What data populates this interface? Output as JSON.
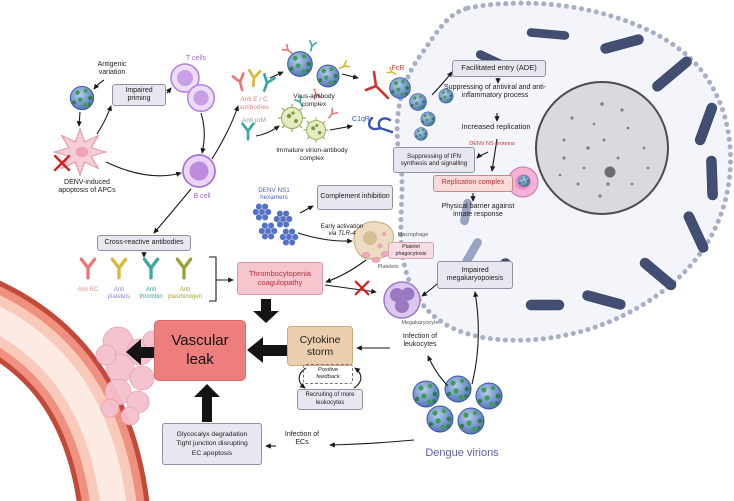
{
  "colors": {
    "vascular_leak_bg": "#ee7e7e",
    "cytokine_storm_bg": "#eccfae",
    "thrombocytopenia_bg": "#f5c6cd",
    "replication_complex_text": "#c03030",
    "dengue_virions_text": "#5b5ea6",
    "fcr_text": "#cf3333",
    "c1qr_text": "#3353b5",
    "cell_label_text": "#a565c8"
  },
  "labels": {
    "antigenic_variation": "Antigenic variation",
    "impaired_priming": "Impaired priming",
    "t_cells": "T cells",
    "denv_apoptosis": "DENV-induced apoptosis of APCs",
    "b_cell": "B cell",
    "anti_ec_antibodies": "Anti E / C antibodies",
    "anti_prm": "Anti prM",
    "virus_antibody_complex": "Virus-antibody complex",
    "fcr": "FcR",
    "c1qr": "C1qR",
    "immature_complex": "Immature virion-antibody complex",
    "facilitated_entry": "Facilitated entry (ADE)",
    "suppressing_antiviral": "Suppressing of antiviral and anti-inflammatory process",
    "increased_replication": "Increased replication",
    "denv_ns_proteins": "DENV NS proteins",
    "suppressing_ifn": "Suppressing of IFN synthesis and signalling",
    "replication_complex": "Replication complex",
    "physical_barrier": "Physical barrier against innate response",
    "ns1_hexamers": "DENV NS1 hexamers",
    "complement_inhibition": "Complement inhibition",
    "early_activation_line1": "Early activation",
    "early_activation_line2": "via TLR-4",
    "macrophage": "Macrophage",
    "platelet_phagocytosis": "Platelet phagocytosis",
    "platelets": "Platelets",
    "cross_reactive": "Cross-reactive antibodies",
    "anti_ec": "Anti EC",
    "anti_platelets": "Anti platelets",
    "anti_thrombin": "Anti thrombin",
    "anti_plasminogen": "Anti plasminogen",
    "thrombocytopenia": "Thrombocytopenia coagulopathy",
    "impaired_megakaryopoiesis": "Impaired megakaryopoiesis",
    "megakaryocyte": "Megakaryocyte",
    "vascular_leak": "Vascular leak",
    "cytokine_storm": "Cytokine storm",
    "infection_leukocytes": "Infection of leukocytes",
    "positive_feedback": "Positive feedback",
    "recruiting_leukocytes": "Recruiting of more leukocytes",
    "glycocalyx_line1": "Glycocalyx degradation",
    "glycocalyx_line2": "Tight junction disrupting",
    "glycocalyx_line3": "EC apoptosis",
    "infection_ecs": "Infection of ECs",
    "dengue_virions": "Dengue virions"
  }
}
